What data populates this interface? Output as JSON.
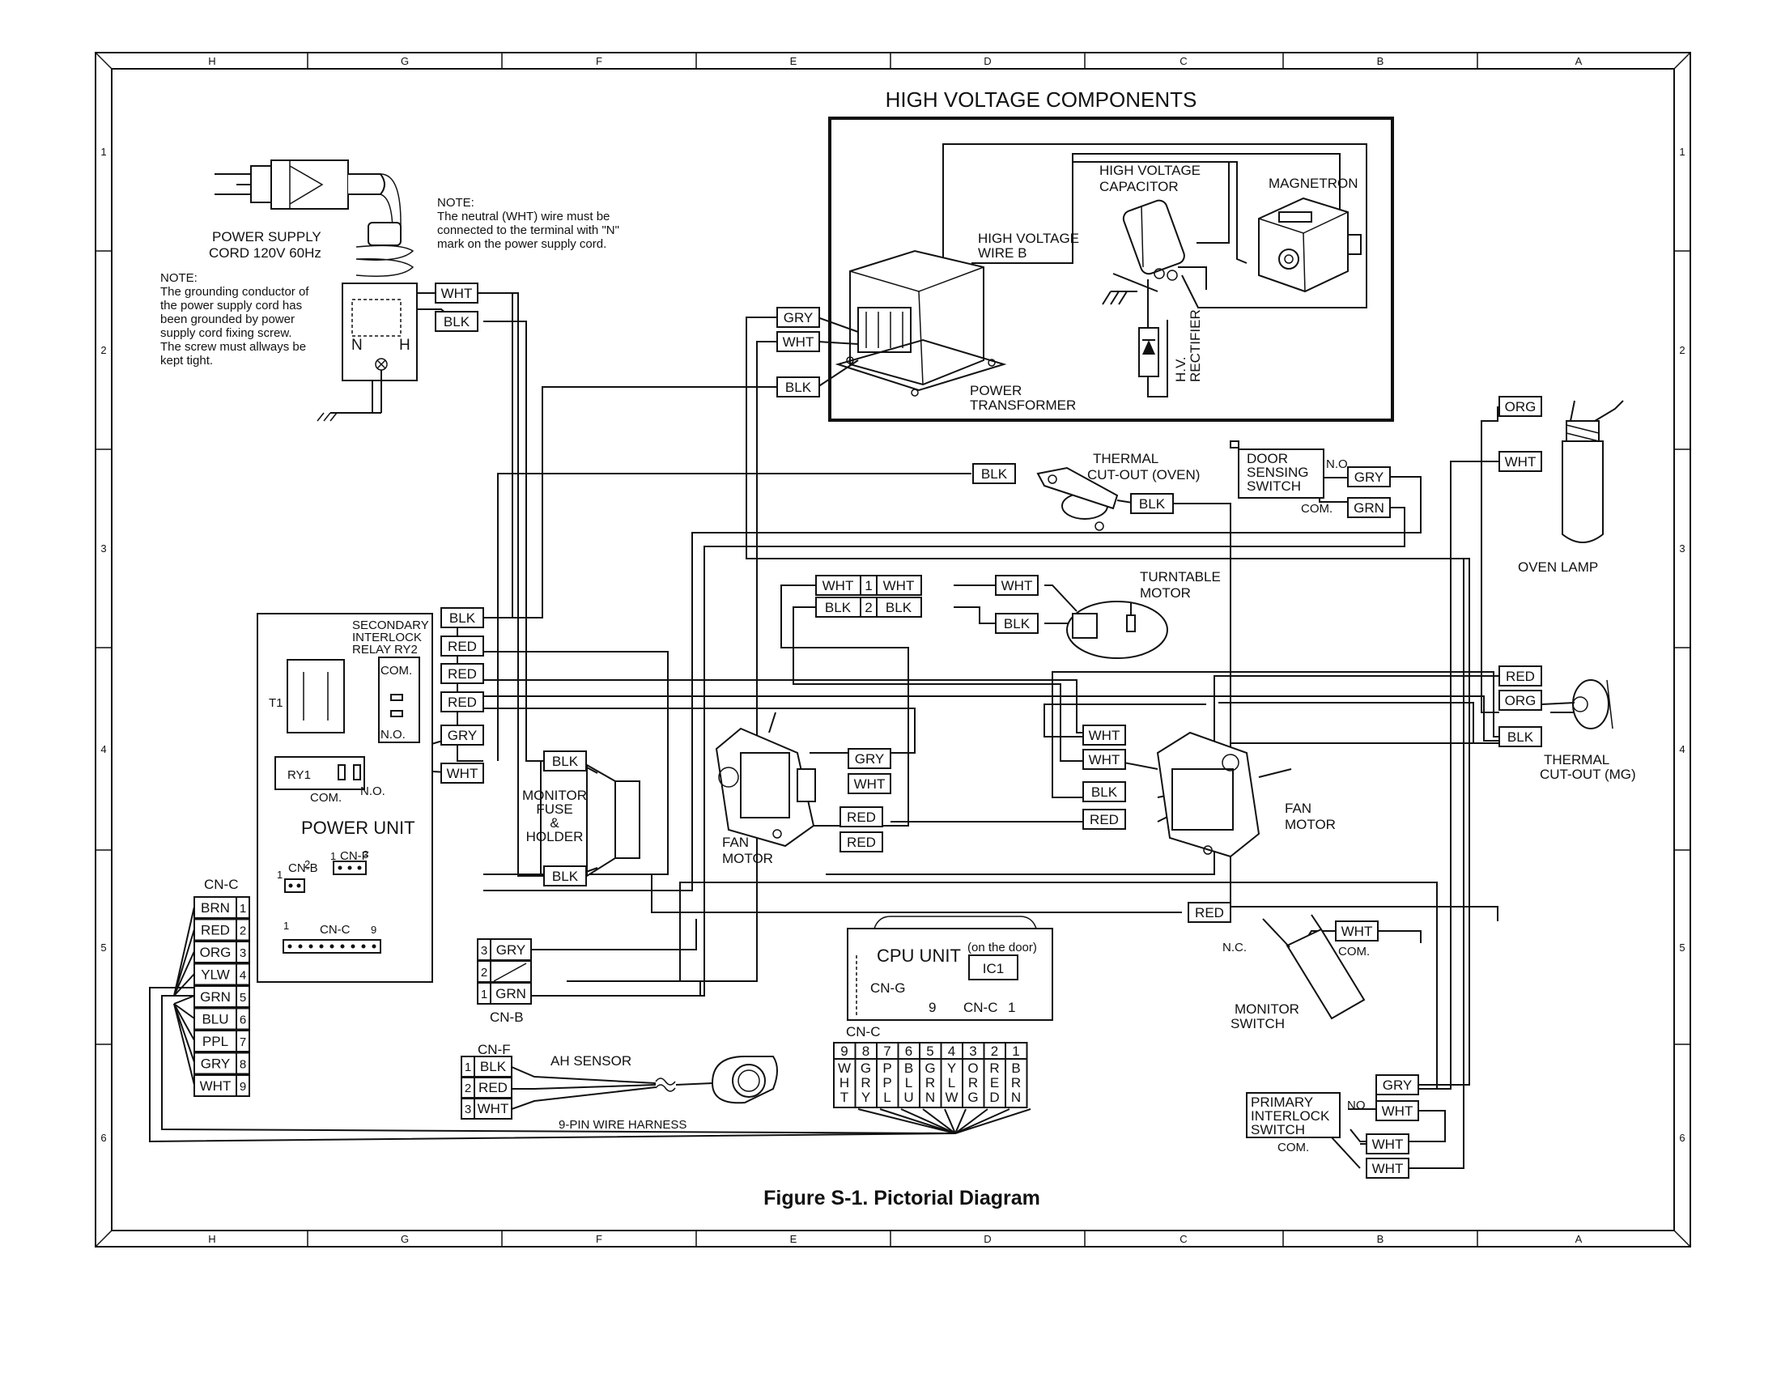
{
  "caption": "Figure S-1. Pictorial Diagram",
  "high_voltage_title": "HIGH VOLTAGE COMPONENTS",
  "border": {
    "columns": [
      "H",
      "G",
      "F",
      "E",
      "D",
      "C",
      "B",
      "A"
    ],
    "rows": [
      "1",
      "2",
      "3",
      "4",
      "5",
      "6"
    ]
  },
  "components": {
    "hv_capacitor": [
      "HIGH VOLTAGE",
      "CAPACITOR"
    ],
    "magnetron": "MAGNETRON",
    "hv_wire_b": [
      "HIGH VOLTAGE",
      "WIRE B"
    ],
    "hv_rectifier": [
      "H.V.",
      "RECTIFIER"
    ],
    "power_transformer": [
      "POWER",
      "TRANSFORMER"
    ],
    "power_cord": [
      "POWER SUPPLY",
      "CORD 120V 60Hz"
    ],
    "plug_n": "N",
    "plug_h": "H",
    "thermal_oven": [
      "THERMAL",
      "CUT-OUT (OVEN)"
    ],
    "door_sensing": [
      "DOOR",
      "SENSING",
      "SWITCH"
    ],
    "no": "N.O.",
    "com": "COM.",
    "oven_lamp": "OVEN LAMP",
    "turntable_motor": [
      "TURNTABLE",
      "MOTOR"
    ],
    "thermal_mg": [
      "THERMAL",
      "CUT-OUT (MG)"
    ],
    "fan_motor": [
      "FAN",
      "MOTOR"
    ],
    "monitor_fuse": [
      "MONITOR",
      "FUSE",
      "&",
      "HOLDER"
    ],
    "secondary_relay": [
      "SECONDARY",
      "INTERLOCK",
      "RELAY RY2"
    ],
    "relay_com": "COM.",
    "relay_no": "N.O.",
    "t1": "T1",
    "ry1": "RY1",
    "power_unit": "POWER UNIT",
    "cn_b_small": "CN-B",
    "cn_f_small": "CN-F",
    "cn_c_small": "CN-C",
    "pin1": "1",
    "pin2": "2",
    "pin3": "3",
    "pin9": "9",
    "cn_b": "CN-B",
    "cn_f": "CN-F",
    "cn_c_left": "CN-C",
    "cn_c_bottom": "CN-C",
    "ah_sensor": "AH SENSOR",
    "harness": "9-PIN WIRE HARNESS",
    "cpu_unit": "CPU UNIT",
    "on_door": "(on the door)",
    "ic1": "IC1",
    "cn_g": "CN-G",
    "cpu_cnc": "CN-C",
    "cpu_9": "9",
    "cpu_1": "1",
    "monitor_switch": [
      "MONITOR",
      "SWITCH"
    ],
    "nc": "N.C.",
    "primary_interlock": [
      "PRIMARY",
      "INTERLOCK",
      "SWITCH"
    ],
    "no_short": "NO"
  },
  "notes": {
    "neutral": [
      "NOTE:",
      "The neutral (WHT) wire must be",
      "connected to the terminal with \"N\"",
      "mark on the power supply cord."
    ],
    "ground": [
      "NOTE:",
      "The grounding conductor of",
      "the power supply cord has",
      "been grounded by power",
      "supply cord fixing screw.",
      "The screw must allways be",
      "kept tight."
    ]
  },
  "wire_labels": {
    "cord_wht": "WHT",
    "cord_blk": "BLK",
    "tr_gry": "GRY",
    "tr_wht": "WHT",
    "tr_blk": "BLK",
    "tco_blk_in": "BLK",
    "tco_blk_out": "BLK",
    "door_gry": "GRY",
    "door_grn": "GRN",
    "lamp_org": "ORG",
    "lamp_wht": "WHT",
    "tt_wht": "WHT",
    "tt_blk": "BLK",
    "mg_red": "RED",
    "mg_org": "ORG",
    "mg_blk": "BLK",
    "fan2_wht1": "WHT",
    "fan2_wht2": "WHT",
    "fan2_blk": "BLK",
    "fan2_red": "RED",
    "fan1_gry": "GRY",
    "fan1_wht": "WHT",
    "fan1_red1": "RED",
    "fan1_red2": "RED",
    "fuse_blk1": "BLK",
    "fuse_blk2": "BLK",
    "pu_blk": "BLK",
    "pu_red1": "RED",
    "pu_red2": "RED",
    "pu_red3": "RED",
    "pu_gry": "GRY",
    "pu_wht": "WHT",
    "mon_red": "RED",
    "mon_wht": "WHT",
    "pri_gry": "GRY",
    "pri_wht": "WHT",
    "pri_wht2": "WHT",
    "pri_wht3": "WHT"
  },
  "connector_junction": {
    "left": "1",
    "right": "WHT",
    "left2": "2",
    "right2": "BLK"
  },
  "cn_c_left_pins": [
    {
      "color": "BRN",
      "pin": "1"
    },
    {
      "color": "RED",
      "pin": "2"
    },
    {
      "color": "ORG",
      "pin": "3"
    },
    {
      "color": "YLW",
      "pin": "4"
    },
    {
      "color": "GRN",
      "pin": "5"
    },
    {
      "color": "BLU",
      "pin": "6"
    },
    {
      "color": "PPL",
      "pin": "7"
    },
    {
      "color": "GRY",
      "pin": "8"
    },
    {
      "color": "WHT",
      "pin": "9"
    }
  ],
  "cn_b_pins": [
    {
      "pin": "3",
      "color": "GRY"
    },
    {
      "pin": "2",
      "color": ""
    },
    {
      "pin": "1",
      "color": "GRN"
    }
  ],
  "cn_f_pins": [
    {
      "pin": "1",
      "color": "BLK"
    },
    {
      "pin": "2",
      "color": "RED"
    },
    {
      "pin": "3",
      "color": "WHT"
    }
  ],
  "cpu_cnc_pins": [
    {
      "pin": "9",
      "letters": [
        "W",
        "H",
        "T"
      ]
    },
    {
      "pin": "8",
      "letters": [
        "G",
        "R",
        "Y"
      ]
    },
    {
      "pin": "7",
      "letters": [
        "P",
        "P",
        "L"
      ]
    },
    {
      "pin": "6",
      "letters": [
        "B",
        "L",
        "U"
      ]
    },
    {
      "pin": "5",
      "letters": [
        "G",
        "R",
        "N"
      ]
    },
    {
      "pin": "4",
      "letters": [
        "Y",
        "L",
        "W"
      ]
    },
    {
      "pin": "3",
      "letters": [
        "O",
        "R",
        "G"
      ]
    },
    {
      "pin": "2",
      "letters": [
        "R",
        "E",
        "D"
      ]
    },
    {
      "pin": "1",
      "letters": [
        "B",
        "R",
        "N"
      ]
    }
  ]
}
